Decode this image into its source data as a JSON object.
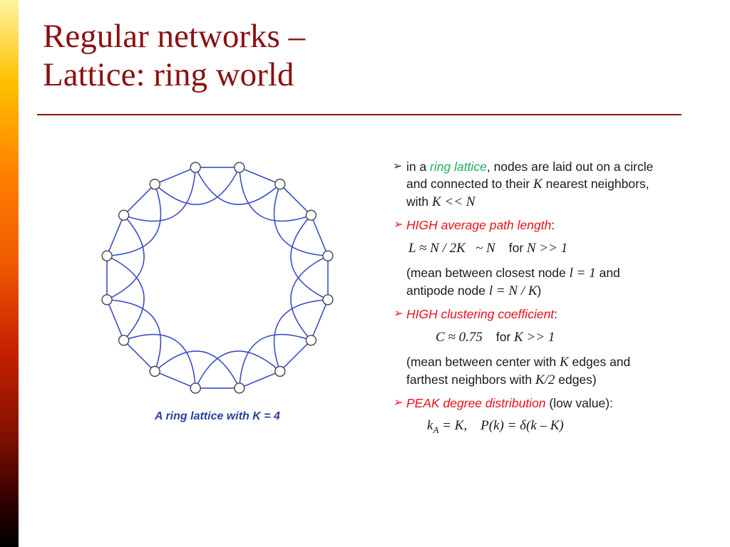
{
  "title": {
    "line1": "Regular networks –",
    "line2": "Lattice: ring world"
  },
  "diagram": {
    "caption": "A ring lattice with K = 4",
    "node_count": 16,
    "edge_color": "#3a4fc8",
    "k": 4
  },
  "bullets": {
    "b1": {
      "pre": "in a ",
      "highlight": "ring lattice",
      "post": ", nodes are laid out on a circle and connected to their ",
      "K": "K",
      "post2": " nearest neighbors, with ",
      "cond": "K << N"
    },
    "b2": {
      "label": "HIGH average path length",
      "post": ":"
    },
    "f1": {
      "a": "L ≈ N / 2K",
      "b": "~ N",
      "c": "for",
      "d": "N >> 1"
    },
    "n1": {
      "a": "(mean between closest node ",
      "l1": "l = 1",
      "b": " and antipode node ",
      "l2": "l = N / K",
      "c": ")"
    },
    "b3": {
      "label": "HIGH clustering coefficient",
      "post": ":"
    },
    "f2": {
      "a": "C ≈ 0.75",
      "c": "for",
      "d": "K >> 1"
    },
    "n2": {
      "a": "(mean between center with ",
      "K": "K",
      "b": " edges and farthest neighbors with ",
      "K2": "K/2",
      "c": " edges)"
    },
    "b4": {
      "label": "PEAK degree distribution",
      "post": " (low value):"
    },
    "f3": {
      "k": "k",
      "A": "A",
      "eq": " = K,",
      "P": "P(k) = δ(k – K)"
    }
  },
  "colors": {
    "title": "#8b1010",
    "accent_red": "#e8101a",
    "accent_green": "#20b060",
    "caption": "#2a3fa0"
  }
}
